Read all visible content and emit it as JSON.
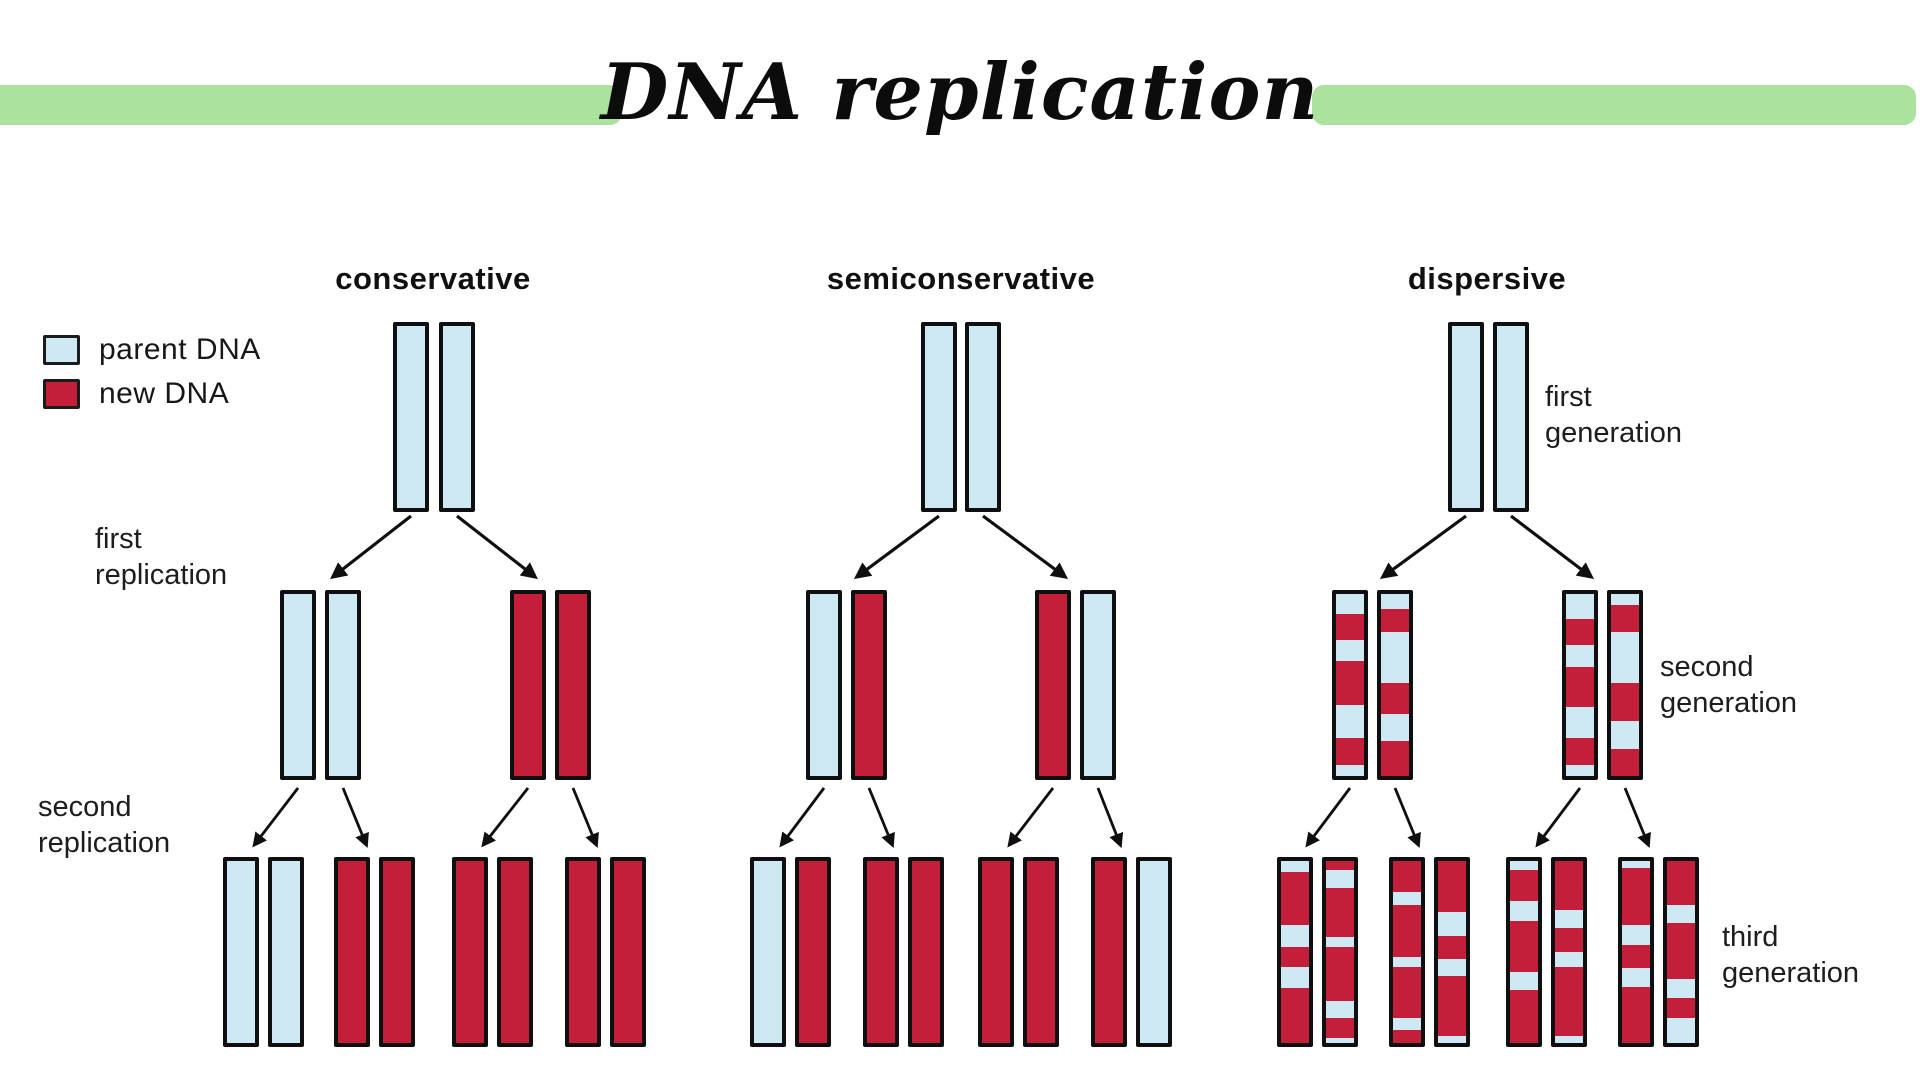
{
  "title": "DNA replication",
  "legend": {
    "items": [
      {
        "label": "parent DNA",
        "key": "parent"
      },
      {
        "label": "new DNA",
        "key": "new"
      }
    ]
  },
  "colors": {
    "parent_dna": "#cee9f3",
    "new_dna": "#c41f3a",
    "header_bar_green": "#abe39e",
    "outline": "#0f0f0f"
  },
  "stage_labels": {
    "left": [
      {
        "lines": [
          "first",
          "replication"
        ]
      },
      {
        "lines": [
          "second",
          "replication"
        ]
      }
    ],
    "right": [
      {
        "lines": [
          "first",
          "generation"
        ]
      },
      {
        "lines": [
          "second",
          "generation"
        ]
      },
      {
        "lines": [
          "third",
          "generation"
        ]
      }
    ]
  },
  "models": [
    {
      "name": "conservative",
      "generations": [
        {
          "pairs": [
            [
              "P",
              "P"
            ]
          ]
        },
        {
          "pairs": [
            [
              "P",
              "P"
            ],
            [
              "N",
              "N"
            ]
          ]
        },
        {
          "pairs": [
            [
              "P",
              "P"
            ],
            [
              "N",
              "N"
            ],
            [
              "N",
              "N"
            ],
            [
              "N",
              "N"
            ]
          ]
        }
      ]
    },
    {
      "name": "semiconservative",
      "generations": [
        {
          "pairs": [
            [
              "P",
              "P"
            ]
          ]
        },
        {
          "pairs": [
            [
              "P",
              "N"
            ],
            [
              "N",
              "P"
            ]
          ]
        },
        {
          "pairs": [
            [
              "P",
              "N"
            ],
            [
              "N",
              "N"
            ],
            [
              "N",
              "N"
            ],
            [
              "N",
              "P"
            ]
          ]
        }
      ]
    },
    {
      "name": "dispersive",
      "generations": [
        {
          "pairs": [
            [
              "P",
              "P"
            ]
          ]
        },
        {
          "pairs": [
            [
              [
                [
                  "P",
                  0.11
                ],
                [
                  "N",
                  0.14
                ],
                [
                  "P",
                  0.12
                ],
                [
                  "N",
                  0.24
                ],
                [
                  "P",
                  0.18
                ],
                [
                  "N",
                  0.15
                ],
                [
                  "P",
                  0.06
                ]
              ],
              [
                [
                  "P",
                  0.08
                ],
                [
                  "N",
                  0.13
                ],
                [
                  "P",
                  0.28
                ],
                [
                  "N",
                  0.17
                ],
                [
                  "P",
                  0.15
                ],
                [
                  "N",
                  0.19
                ]
              ]
            ],
            [
              [
                [
                  "P",
                  0.14
                ],
                [
                  "N",
                  0.14
                ],
                [
                  "P",
                  0.12
                ],
                [
                  "N",
                  0.22
                ],
                [
                  "P",
                  0.17
                ],
                [
                  "N",
                  0.15
                ],
                [
                  "P",
                  0.06
                ]
              ],
              [
                [
                  "P",
                  0.06
                ],
                [
                  "N",
                  0.15
                ],
                [
                  "P",
                  0.28
                ],
                [
                  "N",
                  0.21
                ],
                [
                  "P",
                  0.15
                ],
                [
                  "N",
                  0.15
                ]
              ]
            ]
          ]
        },
        {
          "pairs": [
            [
              [
                [
                  "P",
                  0.06
                ],
                [
                  "N",
                  0.29
                ],
                [
                  "P",
                  0.12
                ],
                [
                  "N",
                  0.11
                ],
                [
                  "P",
                  0.12
                ],
                [
                  "N",
                  0.3
                ]
              ],
              [
                [
                  "N",
                  0.05
                ],
                [
                  "P",
                  0.1
                ],
                [
                  "N",
                  0.27
                ],
                [
                  "P",
                  0.05
                ],
                [
                  "N",
                  0.3
                ],
                [
                  "P",
                  0.09
                ],
                [
                  "N",
                  0.11
                ],
                [
                  "P",
                  0.03
                ]
              ]
            ],
            [
              [
                [
                  "N",
                  0.17
                ],
                [
                  "P",
                  0.07
                ],
                [
                  "N",
                  0.29
                ],
                [
                  "P",
                  0.05
                ],
                [
                  "N",
                  0.28
                ],
                [
                  "P",
                  0.07
                ],
                [
                  "N",
                  0.07
                ]
              ],
              [
                [
                  "N",
                  0.28
                ],
                [
                  "P",
                  0.13
                ],
                [
                  "N",
                  0.13
                ],
                [
                  "P",
                  0.09
                ],
                [
                  "N",
                  0.33
                ],
                [
                  "P",
                  0.04
                ]
              ]
            ],
            [
              [
                [
                  "P",
                  0.05
                ],
                [
                  "N",
                  0.17
                ],
                [
                  "P",
                  0.11
                ],
                [
                  "N",
                  0.28
                ],
                [
                  "P",
                  0.1
                ],
                [
                  "N",
                  0.29
                ]
              ],
              [
                [
                  "N",
                  0.27
                ],
                [
                  "P",
                  0.1
                ],
                [
                  "N",
                  0.13
                ],
                [
                  "P",
                  0.08
                ],
                [
                  "N",
                  0.38
                ],
                [
                  "P",
                  0.04
                ]
              ]
            ],
            [
              [
                [
                  "P",
                  0.04
                ],
                [
                  "N",
                  0.31
                ],
                [
                  "P",
                  0.11
                ],
                [
                  "N",
                  0.13
                ],
                [
                  "P",
                  0.1
                ],
                [
                  "N",
                  0.31
                ]
              ],
              [
                [
                  "N",
                  0.24
                ],
                [
                  "P",
                  0.1
                ],
                [
                  "N",
                  0.31
                ],
                [
                  "P",
                  0.1
                ],
                [
                  "N",
                  0.11
                ],
                [
                  "P",
                  0.14
                ]
              ]
            ]
          ]
        }
      ]
    }
  ]
}
